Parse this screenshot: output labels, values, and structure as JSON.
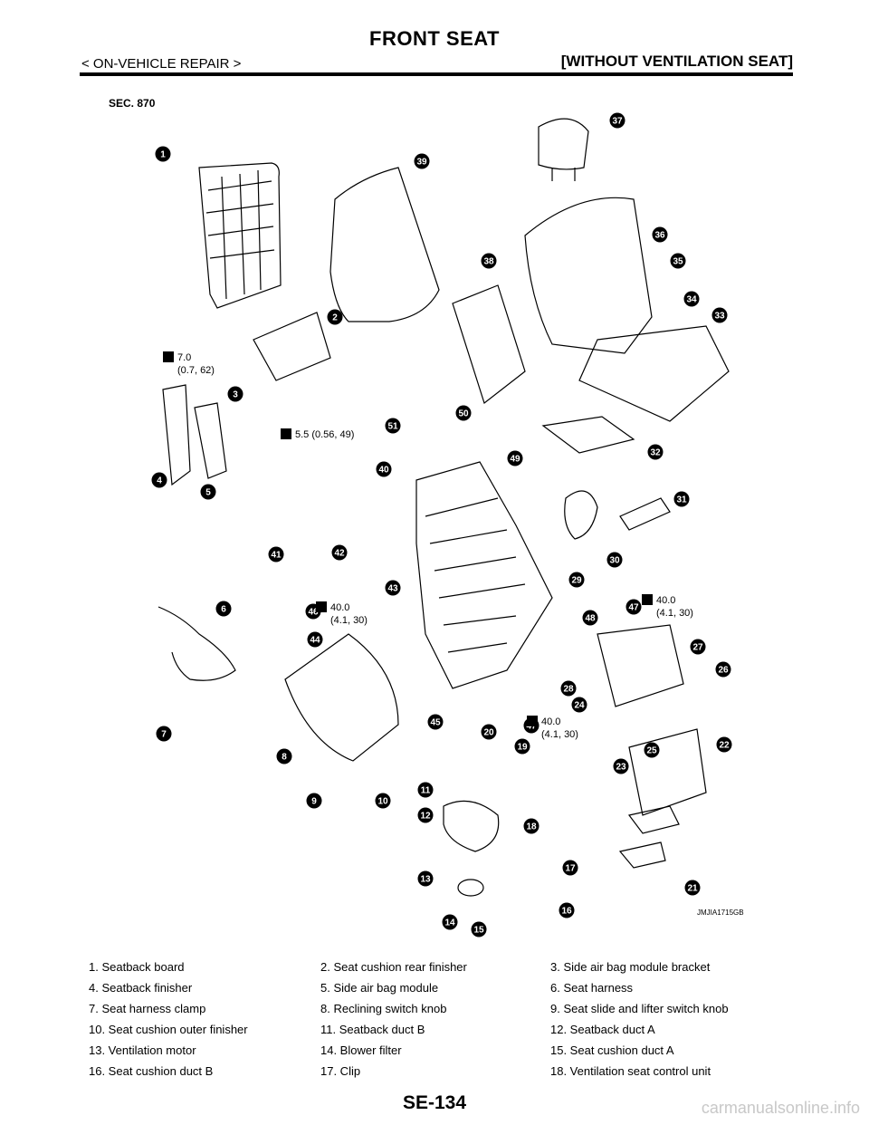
{
  "header": {
    "title": "FRONT SEAT",
    "section_left": "< ON-VEHICLE REPAIR >",
    "section_right": "[WITHOUT VENTILATION SEAT]"
  },
  "diagram": {
    "section_label": "SEC. 870",
    "figure_code": "JMJIA1715GB",
    "callouts": [
      "1",
      "2",
      "3",
      "4",
      "5",
      "6",
      "7",
      "8",
      "9",
      "10",
      "11",
      "12",
      "13",
      "14",
      "15",
      "16",
      "17",
      "18",
      "19",
      "20",
      "21",
      "22",
      "23",
      "24",
      "25",
      "26",
      "27",
      "28",
      "29",
      "30",
      "31",
      "32",
      "33",
      "34",
      "35",
      "36",
      "37",
      "38",
      "39",
      "40",
      "41",
      "42",
      "43",
      "44",
      "45",
      "46",
      "47",
      "47",
      "48",
      "49",
      "50",
      "51"
    ],
    "torque_specs": [
      {
        "value": "7.0",
        "sub": "(0.7, 62)"
      },
      {
        "value": "5.5 (0.56, 49)",
        "sub": ""
      },
      {
        "value": "40.0",
        "sub": "(4.1, 30)"
      },
      {
        "value": "40.0",
        "sub": "(4.1, 30)"
      },
      {
        "value": "40.0",
        "sub": "(4.1, 30)"
      }
    ]
  },
  "parts_list": [
    [
      "1. Seatback board",
      "2. Seat cushion rear finisher",
      "3. Side air bag module bracket"
    ],
    [
      "4. Seatback finisher",
      "5. Side air bag module",
      "6. Seat harness"
    ],
    [
      "7. Seat harness clamp",
      "8. Reclining switch knob",
      "9. Seat slide and lifter switch knob"
    ],
    [
      "10. Seat cushion outer finisher",
      "11. Seatback duct B",
      "12. Seatback duct A"
    ],
    [
      "13. Ventilation motor",
      "14. Blower filter",
      "15. Seat cushion duct A"
    ],
    [
      "16. Seat cushion duct B",
      "17. Clip",
      "18. Ventilation seat control unit"
    ]
  ],
  "footer": {
    "page_number": "SE-134",
    "watermark": "carmanualsonline.info"
  }
}
